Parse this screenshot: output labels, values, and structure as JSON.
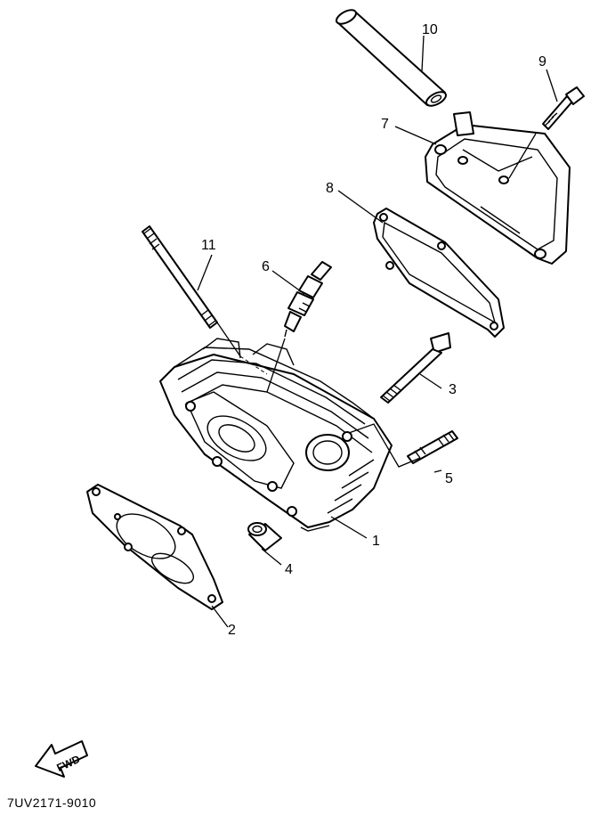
{
  "callouts": [
    {
      "id": "1",
      "part": "cylinder-head"
    },
    {
      "id": "2",
      "part": "head-gasket"
    },
    {
      "id": "3",
      "part": "bolt"
    },
    {
      "id": "4",
      "part": "dowel-pin"
    },
    {
      "id": "5",
      "part": "stud-bolt"
    },
    {
      "id": "6",
      "part": "spark-plug"
    },
    {
      "id": "7",
      "part": "head-cover"
    },
    {
      "id": "8",
      "part": "cover-gasket"
    },
    {
      "id": "9",
      "part": "cover-bolt"
    },
    {
      "id": "10",
      "part": "hose"
    },
    {
      "id": "11",
      "part": "long-stud-bolt"
    }
  ],
  "fwd_label": "FWD",
  "diagram_code": "7UV2171-9010"
}
